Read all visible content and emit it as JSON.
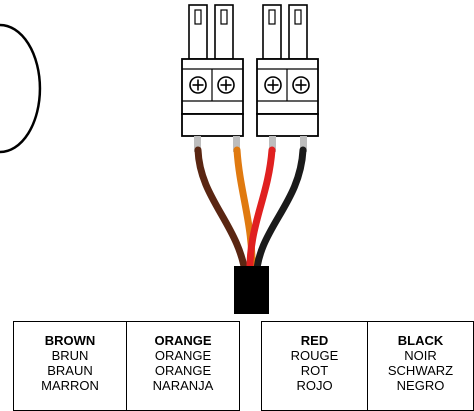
{
  "wires": [
    {
      "id": "brown",
      "color": "#5a2612",
      "labels": [
        "BROWN",
        "BRUN",
        "BRAUN",
        "MARRON"
      ]
    },
    {
      "id": "orange",
      "color": "#e07a10",
      "labels": [
        "ORANGE",
        "ORANGE",
        "ORANGE",
        "NARANJA"
      ]
    },
    {
      "id": "red",
      "color": "#e02020",
      "labels": [
        "RED",
        "ROUGE",
        "ROT",
        "ROJO"
      ]
    },
    {
      "id": "black",
      "color": "#1a1a1a",
      "labels": [
        "BLACK",
        "NOIR",
        "SCHWARZ",
        "NEGRO"
      ]
    }
  ],
  "terminal_blocks": [
    {
      "id": "left",
      "screws": 2,
      "wires": [
        "brown",
        "orange"
      ]
    },
    {
      "id": "right",
      "screws": 2,
      "wires": [
        "red",
        "black"
      ]
    }
  ],
  "cable_jacket_color": "#000000"
}
